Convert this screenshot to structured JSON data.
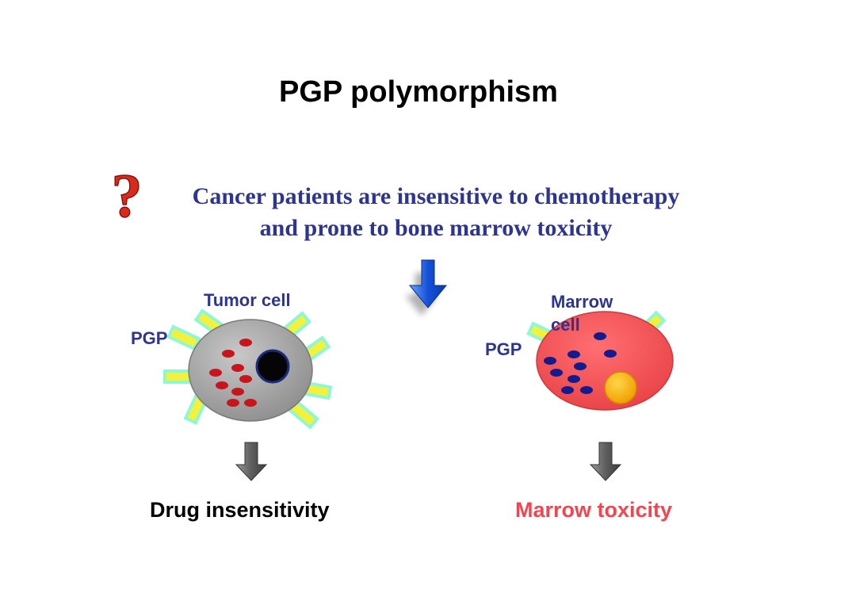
{
  "title": "PGP polymorphism",
  "question": {
    "icon": "question-mark-icon",
    "line1": "Cancer patients are insensitive to chemotherapy",
    "line2": "and prone to bone marrow toxicity"
  },
  "tumor": {
    "label": "Tumor cell",
    "pgp_label": "PGP",
    "outcome": "Drug insensitivity"
  },
  "marrow": {
    "label_line1": "Marrow",
    "label_line2": "cell",
    "pgp_label": "PGP",
    "outcome": "Marrow toxicity"
  },
  "colors": {
    "title": "#000000",
    "question_text": "#2d3590",
    "label_text": "#2d3590",
    "question_mark": "#d92b1c",
    "tumor_cell": "#a3a3a3",
    "marrow_cell": "#f4575b",
    "red_dots": "#c8141c",
    "blue_dots": "#141b8c",
    "pgp": "#f2f23c",
    "pgp_glow": "#8ff7d4",
    "marrow_nucleus": "#ffb300",
    "down_arrow": "#1450d8",
    "gray_arrow": "#6a6a6a",
    "outcome_tumor": "#000000",
    "outcome_marrow": "#f0474f"
  }
}
